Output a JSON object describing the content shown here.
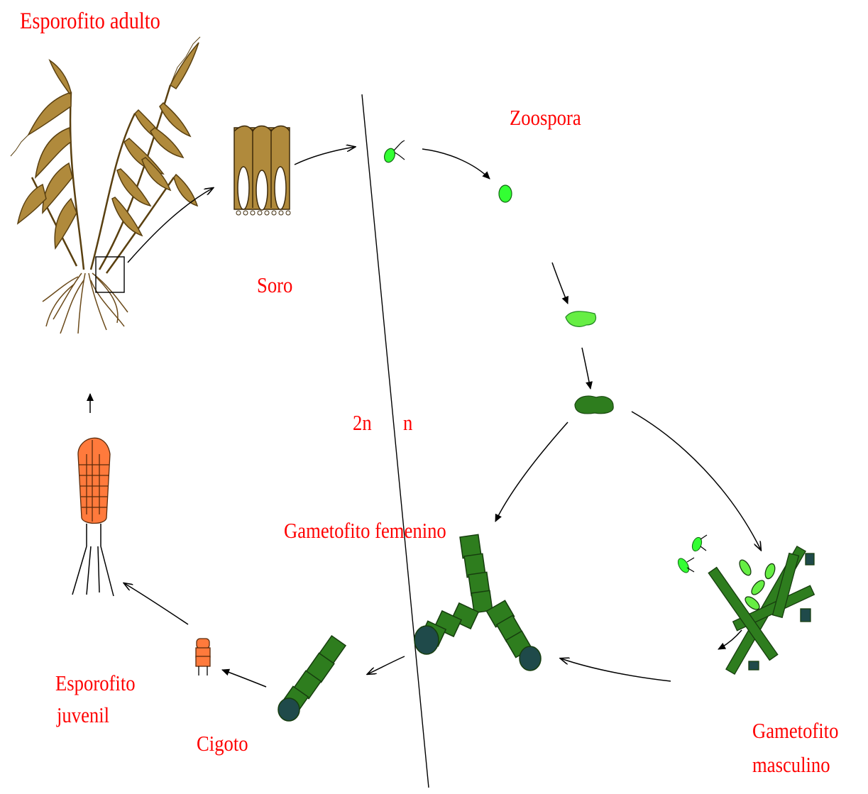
{
  "labels": {
    "adult_sporophyte": "Esporofito adulto",
    "zoospore": "Zoospora",
    "sorus": "Soro",
    "ploidy_diploid": "2n",
    "ploidy_haploid": "n",
    "female_gametophyte": "Gametofito  femenino",
    "juvenile_sporophyte_line1": "Esporofito",
    "juvenile_sporophyte_line2": "juvenil",
    "zygote": "Cigoto",
    "male_gametophyte_line1": "Gametofito",
    "male_gametophyte_line2": "masculino"
  },
  "colors": {
    "label_red": "#ff0000",
    "kelp_brown": "#b08a3c",
    "spore_green": "#33ff33",
    "light_green": "#66ee44",
    "dark_green": "#2e7d1e",
    "deep_teal": "#1f4a4a",
    "sporophyte_orange": "#ff7a3c"
  }
}
